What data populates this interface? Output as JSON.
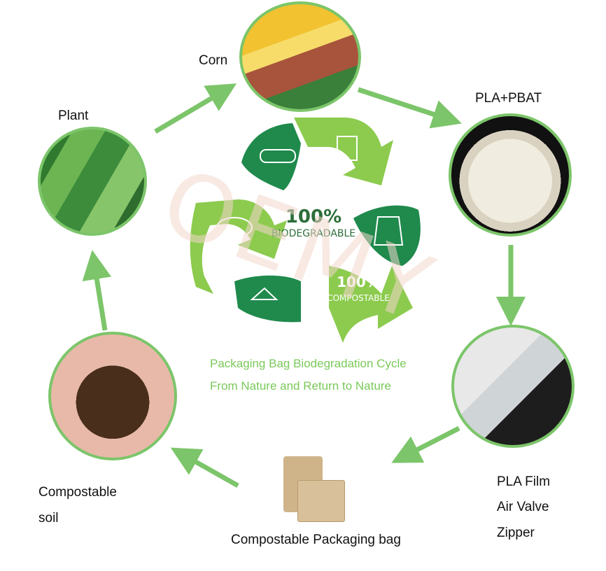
{
  "nodes": {
    "corn": "Corn",
    "pla_pbat": "PLA+PBAT",
    "plant": "Plant",
    "film_lines": [
      "PLA Film",
      "Air Valve",
      "Zipper"
    ],
    "soil_lines": [
      "Compostable",
      "soil"
    ],
    "bag": "Compostable Packaging bag"
  },
  "center": {
    "badge_top_pct": "100%",
    "badge_top_word": "BIODEGRADABLE",
    "badge_bottom_pct": "100%",
    "badge_bottom_word": "COMPOSTABLE",
    "caption_line1": "Packaging Bag Biodegradation Cycle",
    "caption_line2": "From Nature and Return to Nature"
  },
  "watermark": "OEMY",
  "colors": {
    "arrow": "#7cc56a",
    "recycle_light": "#8ccb4e",
    "recycle_dark": "#1f8a4c",
    "caption": "#7ac95a"
  }
}
